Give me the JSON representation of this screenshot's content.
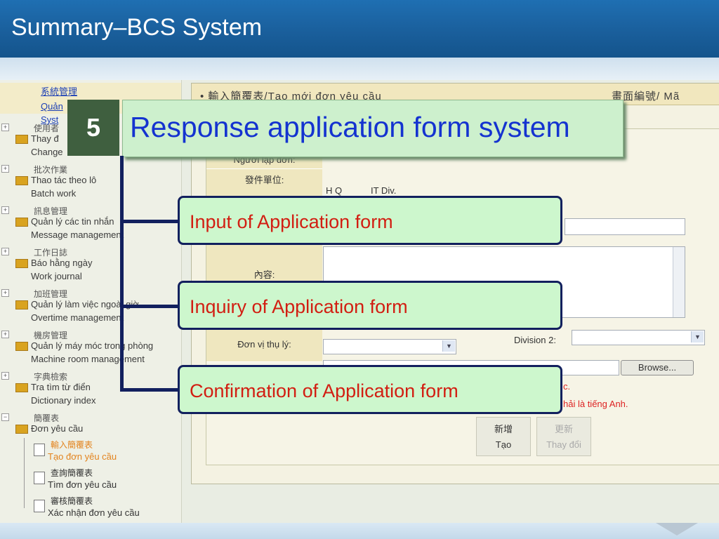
{
  "slide": {
    "title": "Summary–BCS System"
  },
  "sidebar": {
    "top_links": [
      "系統管理",
      "Quản",
      "Syst"
    ],
    "nodes": [
      {
        "cjk": "使用者",
        "vn": "Thay đ",
        "en": "Change"
      },
      {
        "cjk": "批次作業",
        "vn": "Thao tác theo lô",
        "en": "Batch work"
      },
      {
        "cjk": "訊息管理",
        "vn": "Quản lý các tin nhắn",
        "en": "Message management"
      },
      {
        "cjk": "工作日誌",
        "vn": "Báo hằng ngày",
        "en": "Work journal"
      },
      {
        "cjk": "加班管理",
        "vn": "Quản lý làm việc ngoài giờ",
        "en": "Overtime management"
      },
      {
        "cjk": "機房管理",
        "vn": "Quản lý máy móc trong phòng",
        "en": "Machine room management"
      },
      {
        "cjk": "字典檢索",
        "vn": "Tra tìm từ điển",
        "en": "Dictionary index"
      },
      {
        "cjk": "簡覆表",
        "vn": "Đơn yêu cầu",
        "en": ""
      }
    ],
    "subitems": [
      {
        "cjk": "輸入簡覆表",
        "vn": "Tạo đơn yêu cầu"
      },
      {
        "cjk": "查詢簡覆表",
        "vn": "Tìm đơn yêu cầu"
      },
      {
        "cjk": "審核簡覆表",
        "vn": "Xác nhận đơn yêu cầu"
      }
    ]
  },
  "panel": {
    "title": "• 輸入簡覆表/Tạo mới đơn yêu cầu",
    "title_right": "畫面編號/ Mã",
    "form": {
      "creator_label": "Người lập đơn:",
      "unit_label_cn": "發件單位:",
      "unit_value_1": "H Q",
      "unit_value_2": "IT Div.",
      "content_label": "內容:",
      "receiver_label": "Đơn vị thụ lý:",
      "division2_label": "Division 2:",
      "browse_label": "Browse...",
      "red_note_1": "c.",
      "red_note_2": "hải là tiếng Anh.",
      "add_cn": "新增",
      "add_vn": "Tạo",
      "update_cn": "更新",
      "update_vn": "Thay đổi"
    }
  },
  "overlay": {
    "step_number": "5",
    "heading": "Response application form system",
    "items": [
      "Input of Application form",
      "Inquiry of Application form",
      "Confirmation of Application form"
    ]
  },
  "colors": {
    "heading": "#1433d0",
    "callout_text": "#d21e12",
    "connector": "#12205e",
    "title_bar": "#1a5f9c"
  }
}
